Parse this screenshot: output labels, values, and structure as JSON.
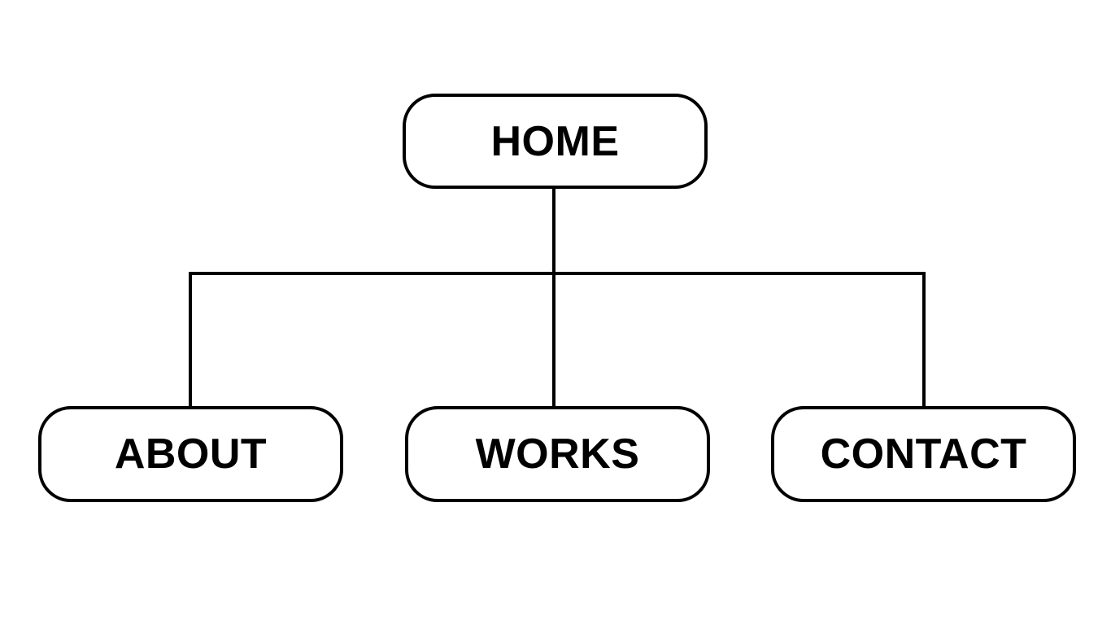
{
  "diagram": {
    "type": "site-map-tree",
    "background_color": "#ffffff",
    "line_color": "#000000",
    "text_color": "#000000",
    "node_fill_color": "#ffffff",
    "root": {
      "label": "HOME"
    },
    "children": [
      {
        "label": "ABOUT"
      },
      {
        "label": "WORKS"
      },
      {
        "label": "CONTACT"
      }
    ],
    "connectors": [
      {
        "name": "home-stem",
        "from": "HOME",
        "to": "bus-bar"
      },
      {
        "name": "bus-bar",
        "from": "about-branch",
        "to": "contact-branch"
      },
      {
        "name": "about-branch",
        "from": "bus-bar",
        "to": "ABOUT"
      },
      {
        "name": "works-branch",
        "from": "bus-bar",
        "to": "WORKS"
      },
      {
        "name": "contact-branch",
        "from": "bus-bar",
        "to": "CONTACT"
      }
    ]
  }
}
